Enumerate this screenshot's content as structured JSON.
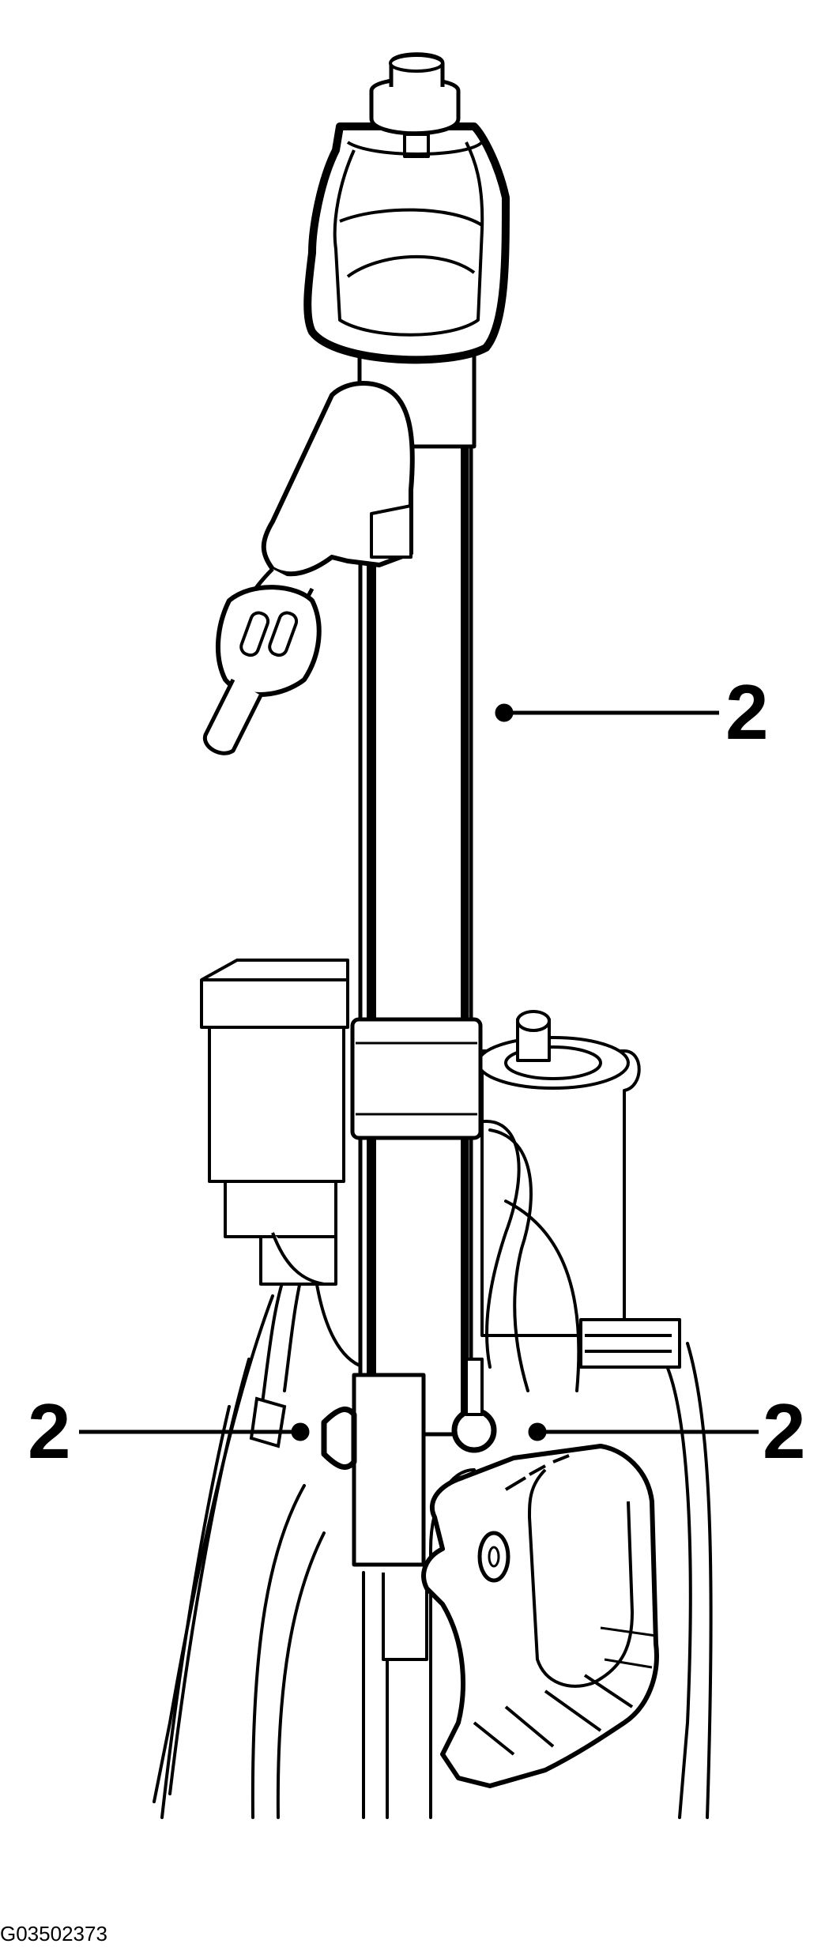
{
  "diagram": {
    "figure_id": "G03502373",
    "callouts": [
      {
        "label": "2"
      },
      {
        "label": "2"
      },
      {
        "label": "2"
      }
    ]
  },
  "colors": {
    "line": "#000000",
    "fill": "#ffffff"
  }
}
